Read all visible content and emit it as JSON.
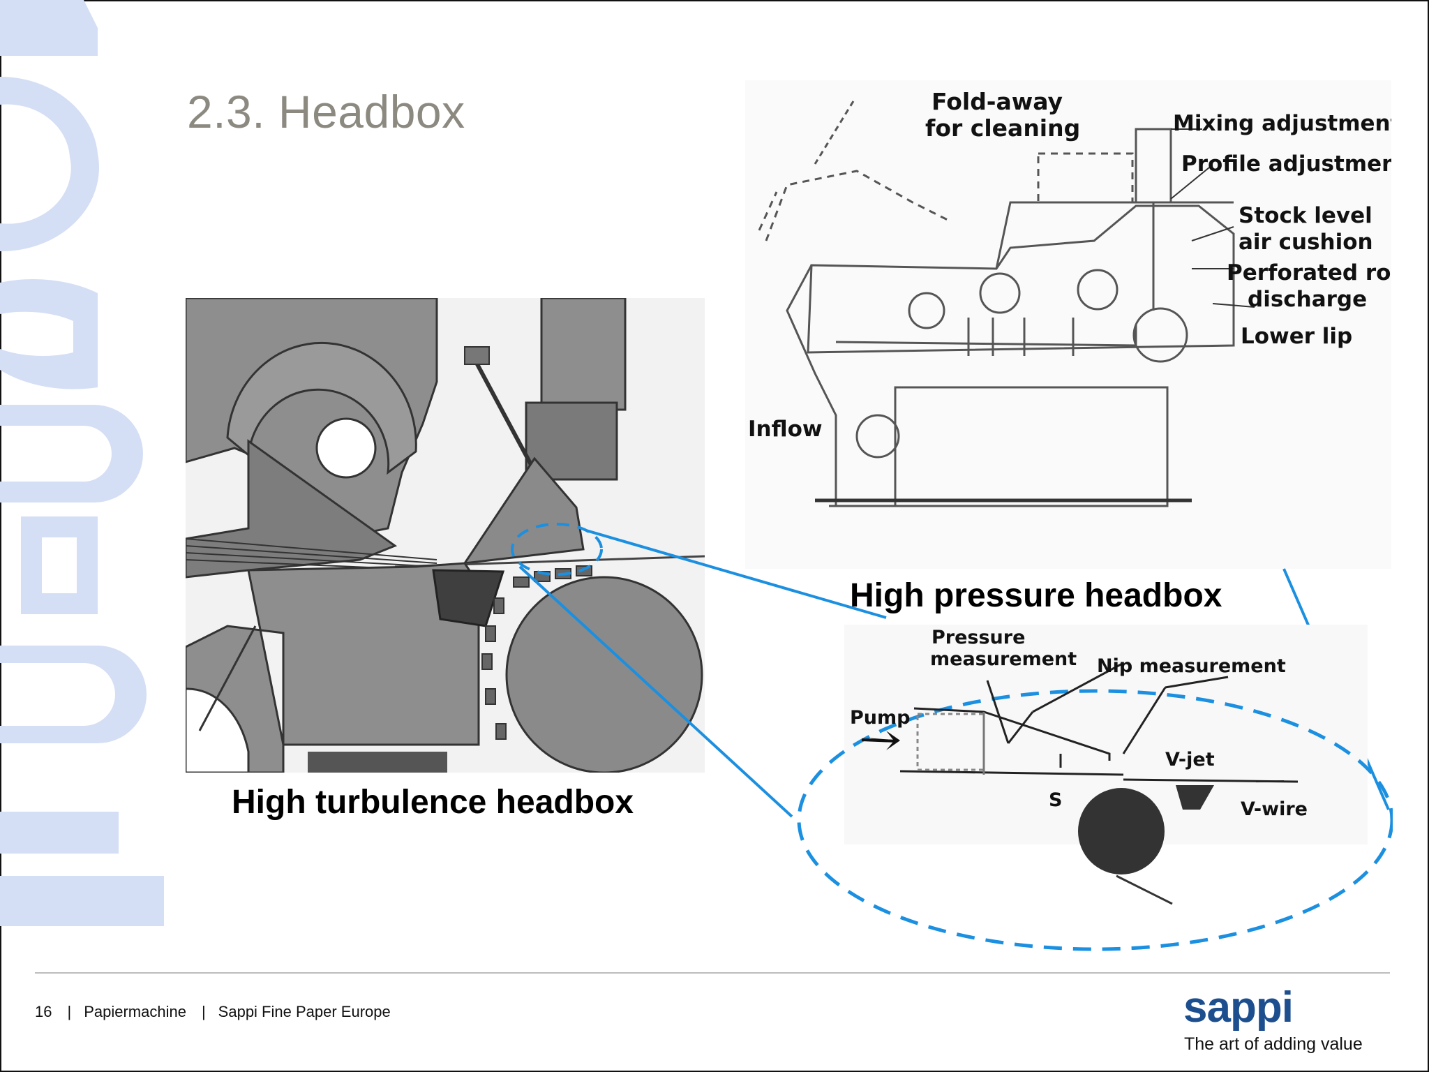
{
  "slide": {
    "title": "2.3. Headbox",
    "side_decoration": "ideas"
  },
  "left_figure": {
    "caption": "High turbulence headbox"
  },
  "top_right_figure": {
    "caption": "High pressure headbox",
    "labels": {
      "fold_away_1": "Fold-away",
      "fold_away_2": "for cleaning",
      "mixing": "Mixing adjustment",
      "profile": "Profile adjustment",
      "stock_1": "Stock level",
      "stock_2": "air cushion",
      "perforated_1": "Perforated roll",
      "perforated_2": "discharge",
      "lower_lip": "Lower lip",
      "inflow": "Inflow"
    }
  },
  "detail_figure": {
    "labels": {
      "pressure_1": "Pressure",
      "pressure_2": "measurement",
      "nip": "Nip measurement",
      "pump": "Pump",
      "vjet": "V-jet",
      "vwire": "V-wire",
      "s": "S"
    }
  },
  "colors": {
    "accent_blue": "#1b8fe0",
    "title_gray": "#8c8a80",
    "deco_blue": "#d4def5",
    "logo_blue": "#1d4f8f"
  },
  "footer": {
    "page_number": "16",
    "section": "Papiermachine",
    "company": "Sappi Fine Paper Europe"
  },
  "logo": {
    "wordmark": "sappi",
    "tagline": "The art of adding value"
  }
}
